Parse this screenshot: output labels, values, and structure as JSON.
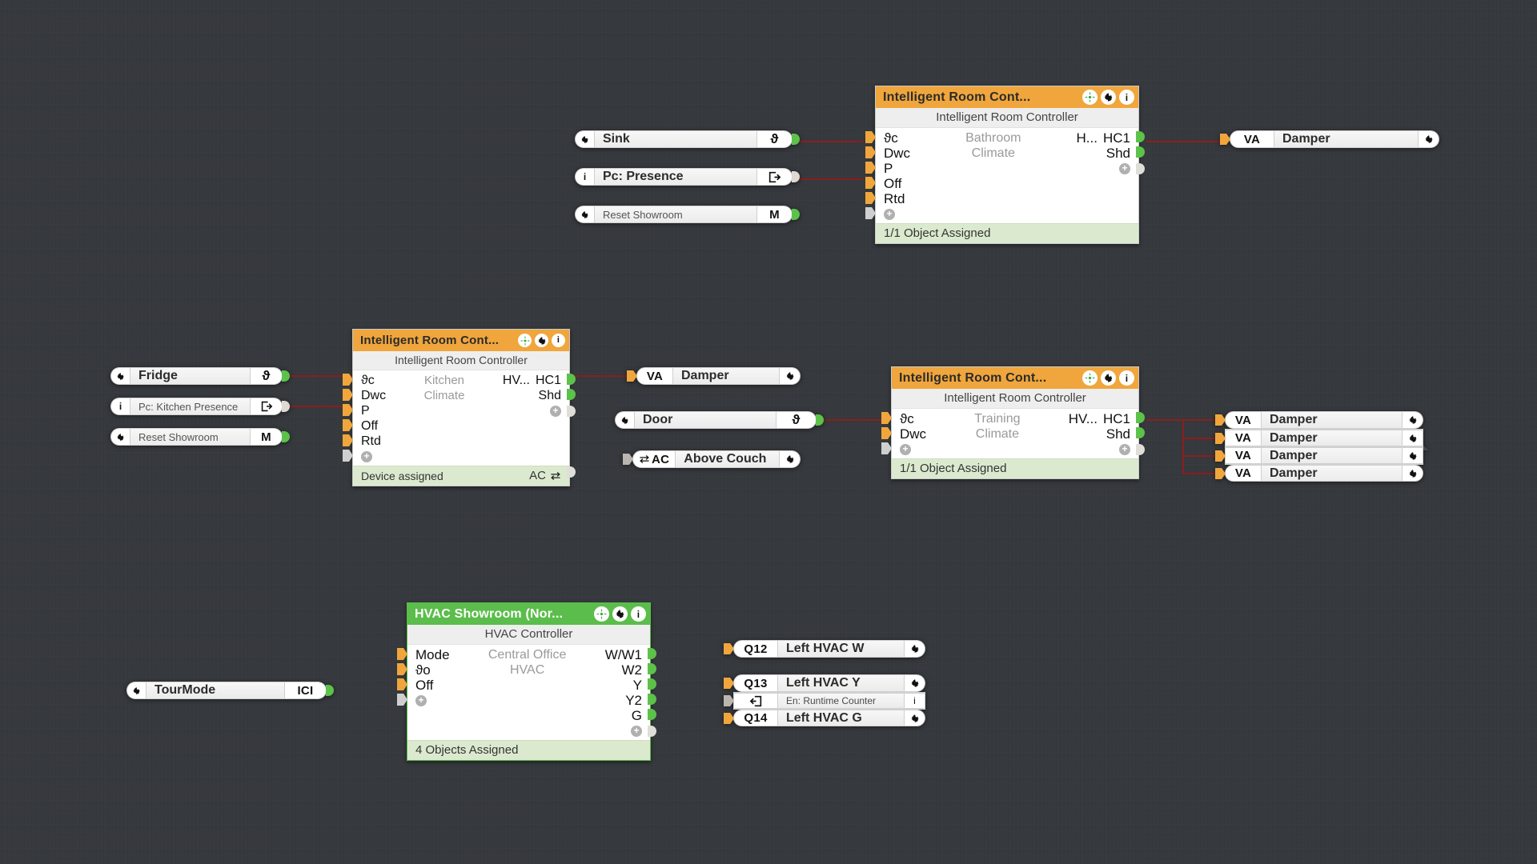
{
  "canvas": {
    "bg_color": "#35383c",
    "wire_color": "#8b1e1e"
  },
  "icons": {
    "move": "move-icon",
    "gear": "gear-icon",
    "info": "info-icon",
    "temp": "temperature-icon",
    "presence": "presence-export-icon",
    "swap": "swap-ac-icon",
    "runtime": "runtime-counter-icon",
    "plus": "plus-icon"
  },
  "nodes": [
    {
      "id": "bathroom",
      "title": "Intelligent Room Cont...",
      "subtitle": "Intelligent Room Controller",
      "mid_lines": [
        "Bathroom",
        "Climate"
      ],
      "inputs": [
        "ϑc",
        "Dwc",
        "P",
        "Off",
        "Rtd"
      ],
      "outputs_dim": [
        "H...",
        ""
      ],
      "outputs": [
        "HC1",
        "Shd"
      ],
      "footer_left": "1/1 Object Assigned",
      "footer_right": "",
      "header_color": "#f0a63c"
    },
    {
      "id": "kitchen",
      "title": "Intelligent Room Cont...",
      "subtitle": "Intelligent Room Controller",
      "mid_lines": [
        "Kitchen",
        "Climate"
      ],
      "inputs": [
        "ϑc",
        "Dwc",
        "P",
        "Off",
        "Rtd"
      ],
      "outputs_dim": [
        "HV...",
        ""
      ],
      "outputs": [
        "HC1",
        "Shd"
      ],
      "footer_left": "Device assigned",
      "footer_right": "AC",
      "header_color": "#f0a63c"
    },
    {
      "id": "training",
      "title": "Intelligent Room  Cont...",
      "subtitle": "Intelligent Room Controller",
      "mid_lines": [
        "Training",
        "Climate"
      ],
      "inputs": [
        "ϑc",
        "Dwc"
      ],
      "outputs_dim": [
        "HV...",
        ""
      ],
      "outputs": [
        "HC1",
        "Shd"
      ],
      "footer_left": "1/1 Object Assigned",
      "footer_right": "",
      "header_color": "#f0a63c"
    },
    {
      "id": "hvac",
      "title": "HVAC Showroom (Nor...",
      "subtitle": "HVAC Controller",
      "mid_lines": [
        "Central Office",
        "HVAC"
      ],
      "inputs": [
        "Mode",
        "ϑo",
        "Off"
      ],
      "outputs": [
        "W/W1",
        "W2",
        "Y",
        "Y2",
        "G"
      ],
      "footer_left": "4 Objects Assigned",
      "footer_right": "",
      "header_color": "#5bbd4b"
    }
  ],
  "blocks": {
    "sink": {
      "icon": "gear-icon",
      "label": "Sink",
      "badge": "ϑ",
      "port": "green"
    },
    "pc_presence": {
      "icon": "info-icon",
      "label": "Pc: Presence",
      "badge": "presence",
      "port": "gray"
    },
    "reset_top": {
      "icon": "gear-icon",
      "label": "Reset Showroom",
      "badge": "M",
      "port": "green"
    },
    "fridge": {
      "icon": "gear-icon",
      "label": "Fridge",
      "badge": "ϑ",
      "port": "green"
    },
    "pc_kitchen": {
      "icon": "info-icon",
      "label": "Pc: Kitchen Presence",
      "badge": "presence",
      "port": "gray"
    },
    "reset_mid": {
      "icon": "gear-icon",
      "label": "Reset Showroom",
      "badge": "M",
      "port": "green"
    },
    "door": {
      "icon": "gear-icon",
      "label": "Door",
      "badge": "ϑ",
      "port": "green"
    },
    "tourmode": {
      "icon": "gear-icon",
      "label": "TourMode",
      "badge": "ICI",
      "port": "green"
    },
    "above_couch": {
      "badge": "AC",
      "label": "Above Couch",
      "gear": "gear-icon"
    },
    "damper_top": {
      "badge": "VA",
      "label": "Damper",
      "gear": "gear-icon"
    },
    "damper_kitchen": {
      "badge": "VA",
      "label": "Damper",
      "gear": "gear-icon"
    },
    "dampers_training": [
      {
        "badge": "VA",
        "label": "Damper",
        "gear": "gear-icon"
      },
      {
        "badge": "VA",
        "label": "Damper",
        "gear": "gear-icon"
      },
      {
        "badge": "VA",
        "label": "Damper",
        "gear": "gear-icon"
      },
      {
        "badge": "VA",
        "label": "Damper",
        "gear": "gear-icon"
      }
    ],
    "q12": {
      "badge": "Q12",
      "label": "Left HVAC W",
      "gear": "gear-icon"
    },
    "q13": {
      "badge": "Q13",
      "label": "Left HVAC Y",
      "gear": "gear-icon"
    },
    "q13_sub": {
      "badge": "runtime",
      "label": "En: Runtime Counter",
      "info": "info-icon"
    },
    "q14": {
      "badge": "Q14",
      "label": "Left HVAC G",
      "gear": "gear-icon"
    }
  }
}
